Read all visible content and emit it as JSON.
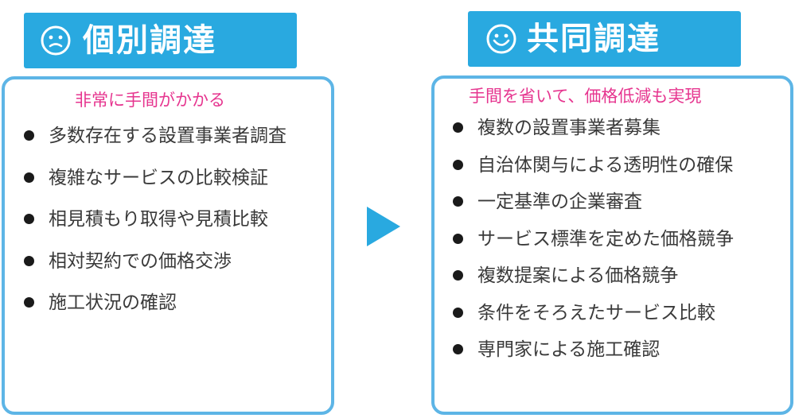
{
  "left": {
    "title": "個別調達",
    "face_icon": "confused-face-icon",
    "subtitle": "非常に手間がかかる",
    "items": [
      "多数存在する設置事業者調査",
      "複雑なサービスの比較検証",
      "相見積もり取得や見積比較",
      "相対契約での価格交渉",
      "施工状況の確認"
    ]
  },
  "right": {
    "title": "共同調達",
    "face_icon": "smiling-face-icon",
    "subtitle": "手間を省いて、価格低減も実現",
    "items": [
      "複数の設置事業者募集",
      "自治体関与による透明性の確保",
      "一定基準の企業審査",
      "サービス標準を定めた価格競争",
      "複数提案による価格競争",
      "条件をそろえたサービス比較",
      "専門家による施工確認"
    ]
  },
  "arrow_icon": "play-arrow-right-icon",
  "colors": {
    "header_bg": "#29a9e0",
    "panel_border": "#5db5e6",
    "subtitle": "#e6358f",
    "text": "#3a3a3a",
    "arrow": "#29a9e0"
  }
}
